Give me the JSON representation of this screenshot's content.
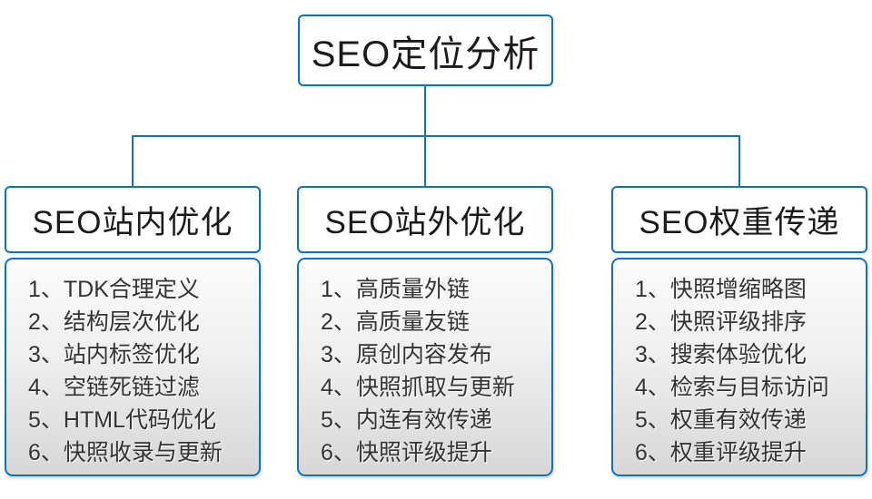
{
  "root": {
    "label": "SEO定位分析"
  },
  "columns": [
    {
      "title": "SEO站内优化",
      "items": [
        "1、TDK合理定义",
        "2、结构层次优化",
        "3、站内标签优化",
        "4、空链死链过滤",
        "5、HTML代码优化",
        "6、快照收录与更新"
      ]
    },
    {
      "title": "SEO站外优化",
      "items": [
        "1、高质量外链",
        "2、高质量友链",
        "3、原创内容发布",
        "4、快照抓取与更新",
        "5、内连有效传递",
        "6、快照评级提升"
      ]
    },
    {
      "title": "SEO权重传递",
      "items": [
        "1、快照增缩略图",
        "2、快照评级排序",
        "3、搜索体验优化",
        "4、检索与目标访问",
        "5、权重有效传递",
        "6、权重评级提升"
      ]
    }
  ],
  "colors": {
    "accent": "#1272b9",
    "panel_gradient_top": "#fcfcfc",
    "panel_gradient_bottom": "#d7d7d7",
    "text": "#333333"
  }
}
